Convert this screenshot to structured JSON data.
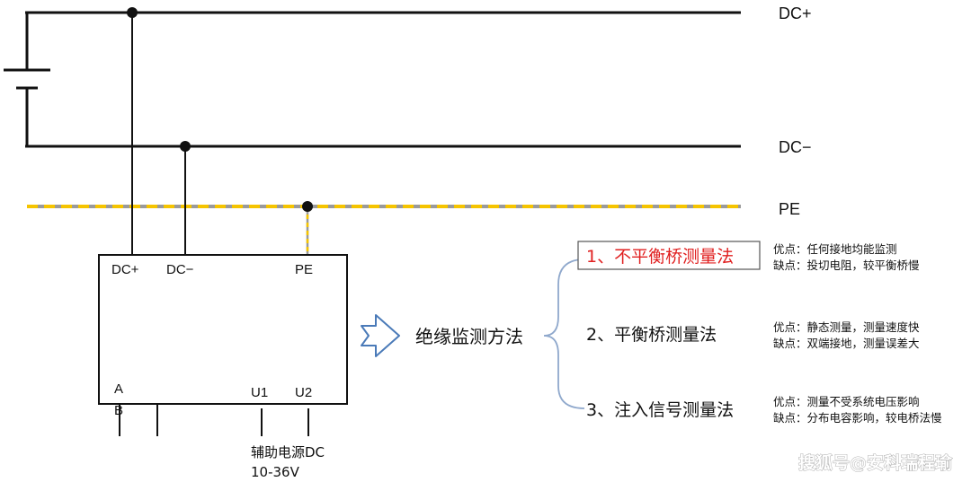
{
  "buses": {
    "dc_plus": "DC+",
    "dc_minus": "DC−",
    "pe": "PE"
  },
  "device": {
    "terminal_dc_plus": "DC+",
    "terminal_dc_minus": "DC−",
    "terminal_pe": "PE",
    "terminal_a": "A",
    "terminal_b": "B",
    "terminal_u1": "U1",
    "terminal_u2": "U2"
  },
  "aux_power": {
    "line1": "辅助电源DC",
    "line2": "10-36V"
  },
  "methods_title": "绝缘监测方法",
  "methods": [
    {
      "label": "1、不平衡桥测量法",
      "pros": "优点：任何接地均能监测",
      "cons": "缺点：投切电阻，较平衡桥慢"
    },
    {
      "label": "2、平衡桥测量法",
      "pros": "优点：静态测量，测量速度快",
      "cons": "缺点：双端接地，测量误差大"
    },
    {
      "label": "3、注入信号测量法",
      "pros": "优点：测量不受系统电压影响",
      "cons": "缺点：分布电容影响，较电桥法慢"
    }
  ],
  "watermark": "搜狐号@安科瑞程瑜",
  "colors": {
    "line": "#111111",
    "pe_dash": "#f5c400",
    "pe_base": "#9a9a9a",
    "highlight": "#e02020",
    "arrow": "#4a7ab8",
    "brace": "#8fa8cc"
  }
}
